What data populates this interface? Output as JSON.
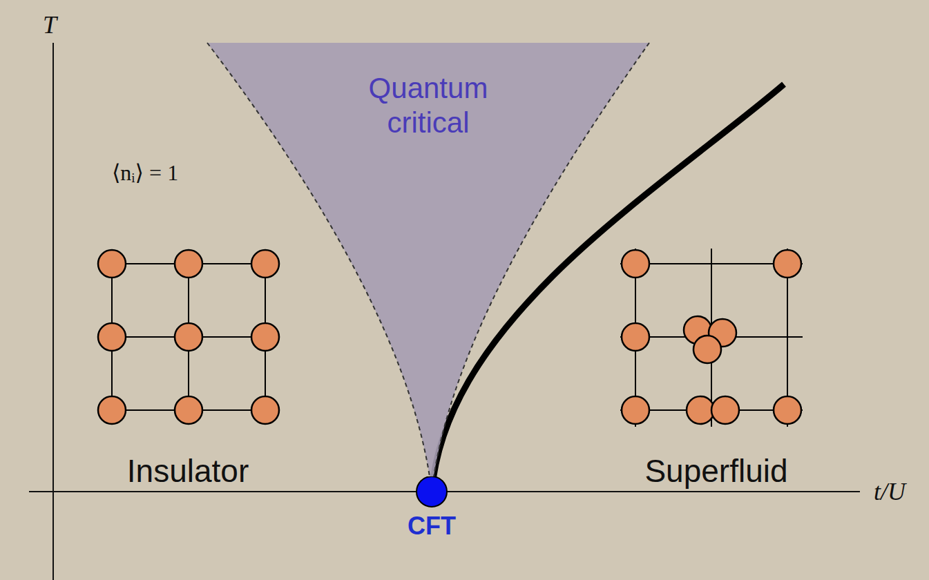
{
  "diagram": {
    "nodes": [
      {
        "text": [
          "Quantum critical"
        ]
      },
      {
        "text": [
          "CFT"
        ]
      }
    ],
    "labels": [
      "T",
      "⟨nᵢ⟩ = 1",
      "Insulator",
      "Superfluid",
      "t/U"
    ]
  }
}
